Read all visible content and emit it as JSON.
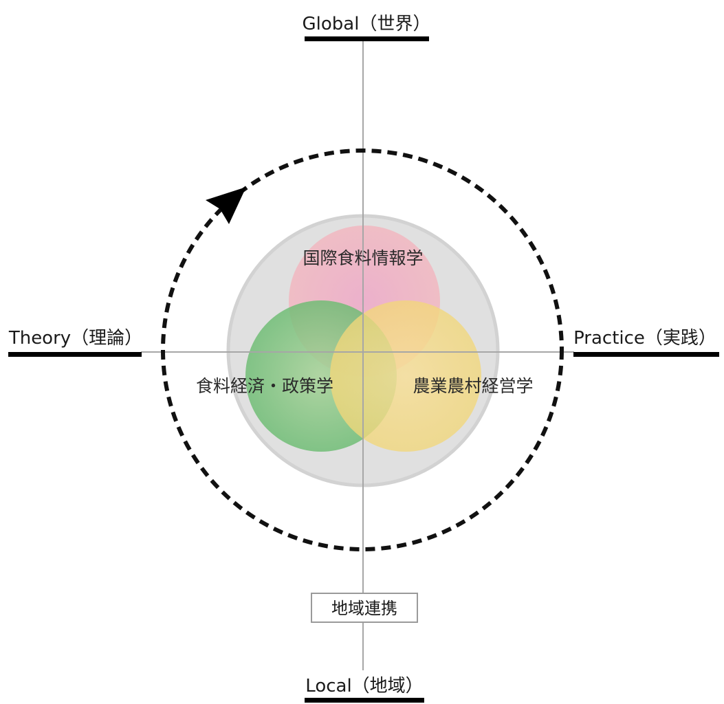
{
  "axes": {
    "top_label": "Global（世界）",
    "bottom_label": "Local（地域）",
    "left_label": "Theory（理論）",
    "right_label": "Practice（実践）"
  },
  "center_box_label": "地域連携",
  "fields": [
    {
      "id": "international",
      "label": "国際食料情報学",
      "color": "#f2b4c0"
    },
    {
      "id": "economics",
      "label": "食料経済・政策学",
      "color": "#7cc47a"
    },
    {
      "id": "agriculture",
      "label": "農業農村経営学",
      "color": "#f3dc8a"
    }
  ],
  "colors": {
    "outer_circle": "#e0e0e0",
    "axis_line": "#a6a6a6",
    "dashed_cycle": "#111111",
    "label_underline": "#000000"
  },
  "icons": {
    "cycle_arrow": "clockwise-arrowhead"
  }
}
